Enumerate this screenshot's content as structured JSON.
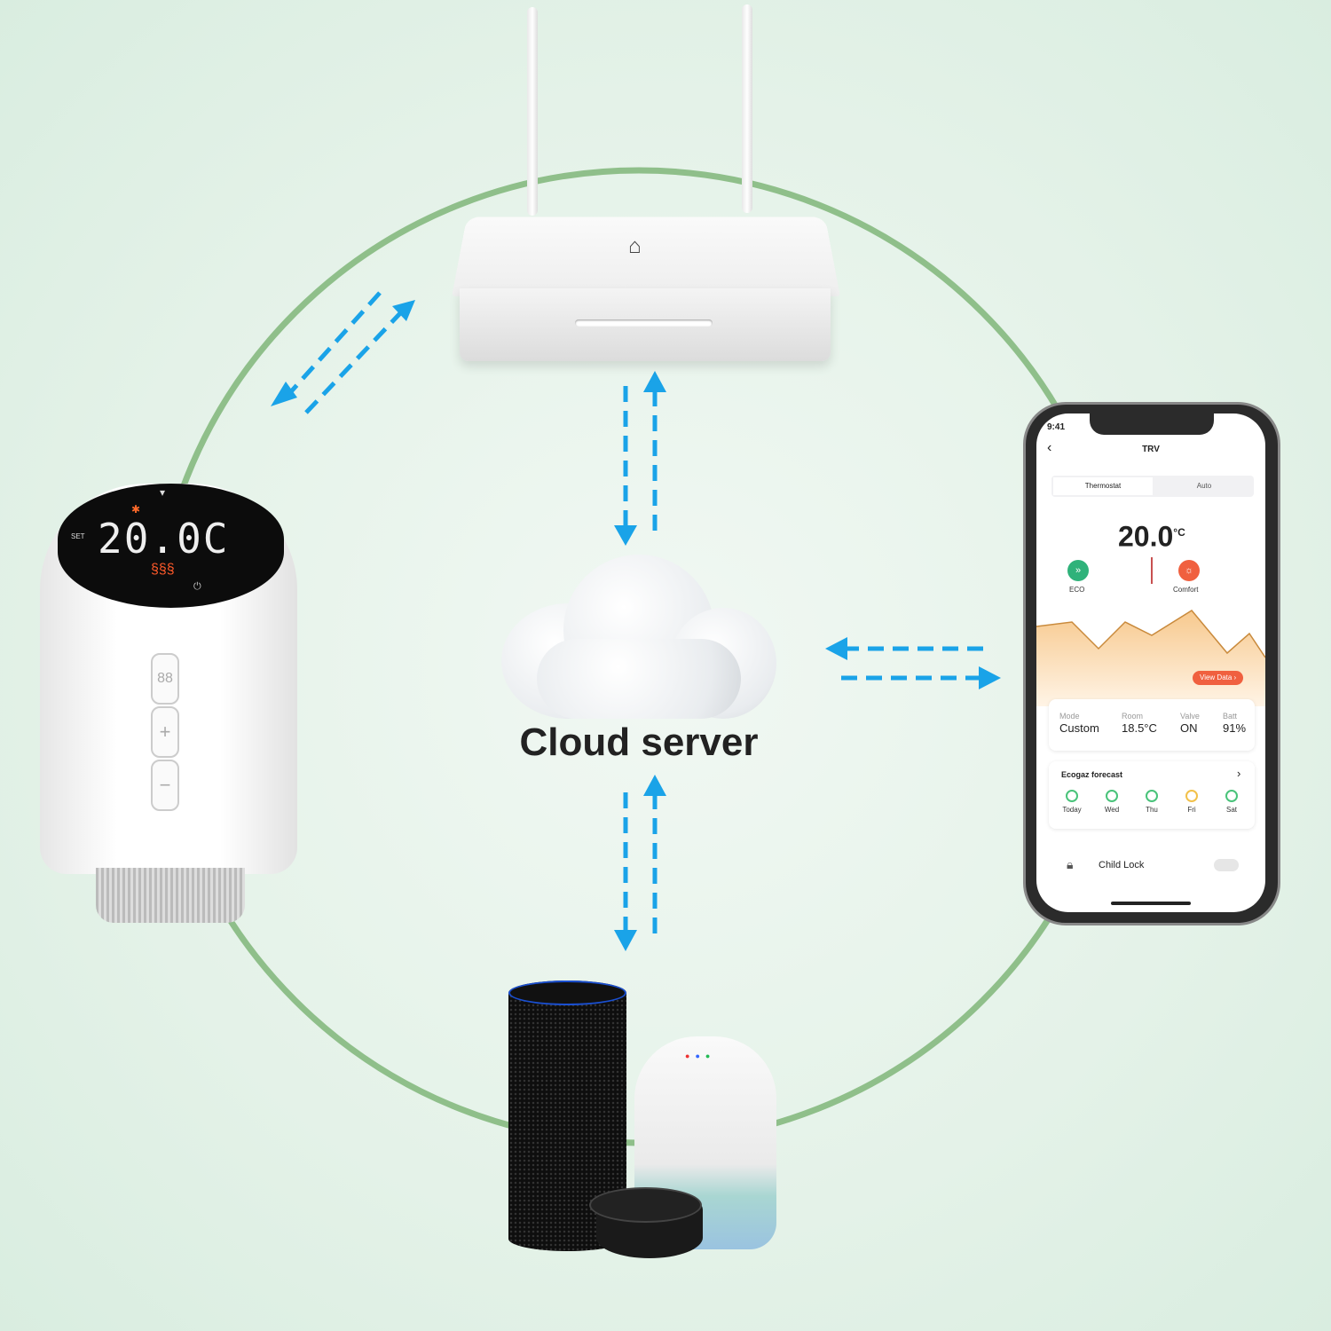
{
  "hub": {
    "label": "Cloud server"
  },
  "thermostat": {
    "display_temp": "20.0C",
    "set_label": "SET",
    "buttons": [
      "88",
      "+",
      "−"
    ]
  },
  "phone": {
    "status_time": "9:41",
    "title": "TRV",
    "tabs": [
      {
        "label": "Thermostat",
        "active": true
      },
      {
        "label": "Auto",
        "active": false
      }
    ],
    "setpoint": "20.0",
    "unit": "°C",
    "modes": [
      {
        "label": "ECO",
        "color": "#2fb27a"
      },
      {
        "label": "Comfort",
        "color": "#f0603f"
      }
    ],
    "view_data_label": "View Data ›",
    "stats": [
      {
        "label": "Mode",
        "value": "Custom"
      },
      {
        "label": "Room",
        "value": "18.5°C"
      },
      {
        "label": "Valve",
        "value": "ON"
      },
      {
        "label": "Batt",
        "value": "91%"
      }
    ],
    "forecast": {
      "title": "Ecogaz forecast",
      "days": [
        {
          "label": "Today",
          "status": "green"
        },
        {
          "label": "Wed",
          "status": "green"
        },
        {
          "label": "Thu",
          "status": "green"
        },
        {
          "label": "Fri",
          "status": "yellow"
        },
        {
          "label": "Sat",
          "status": "green"
        }
      ]
    },
    "child_lock": {
      "label": "Child Lock",
      "enabled": false
    }
  },
  "colors": {
    "ring": "#8fbf8a",
    "arrow": "#1aa3e8",
    "accent": "#f0603f"
  }
}
